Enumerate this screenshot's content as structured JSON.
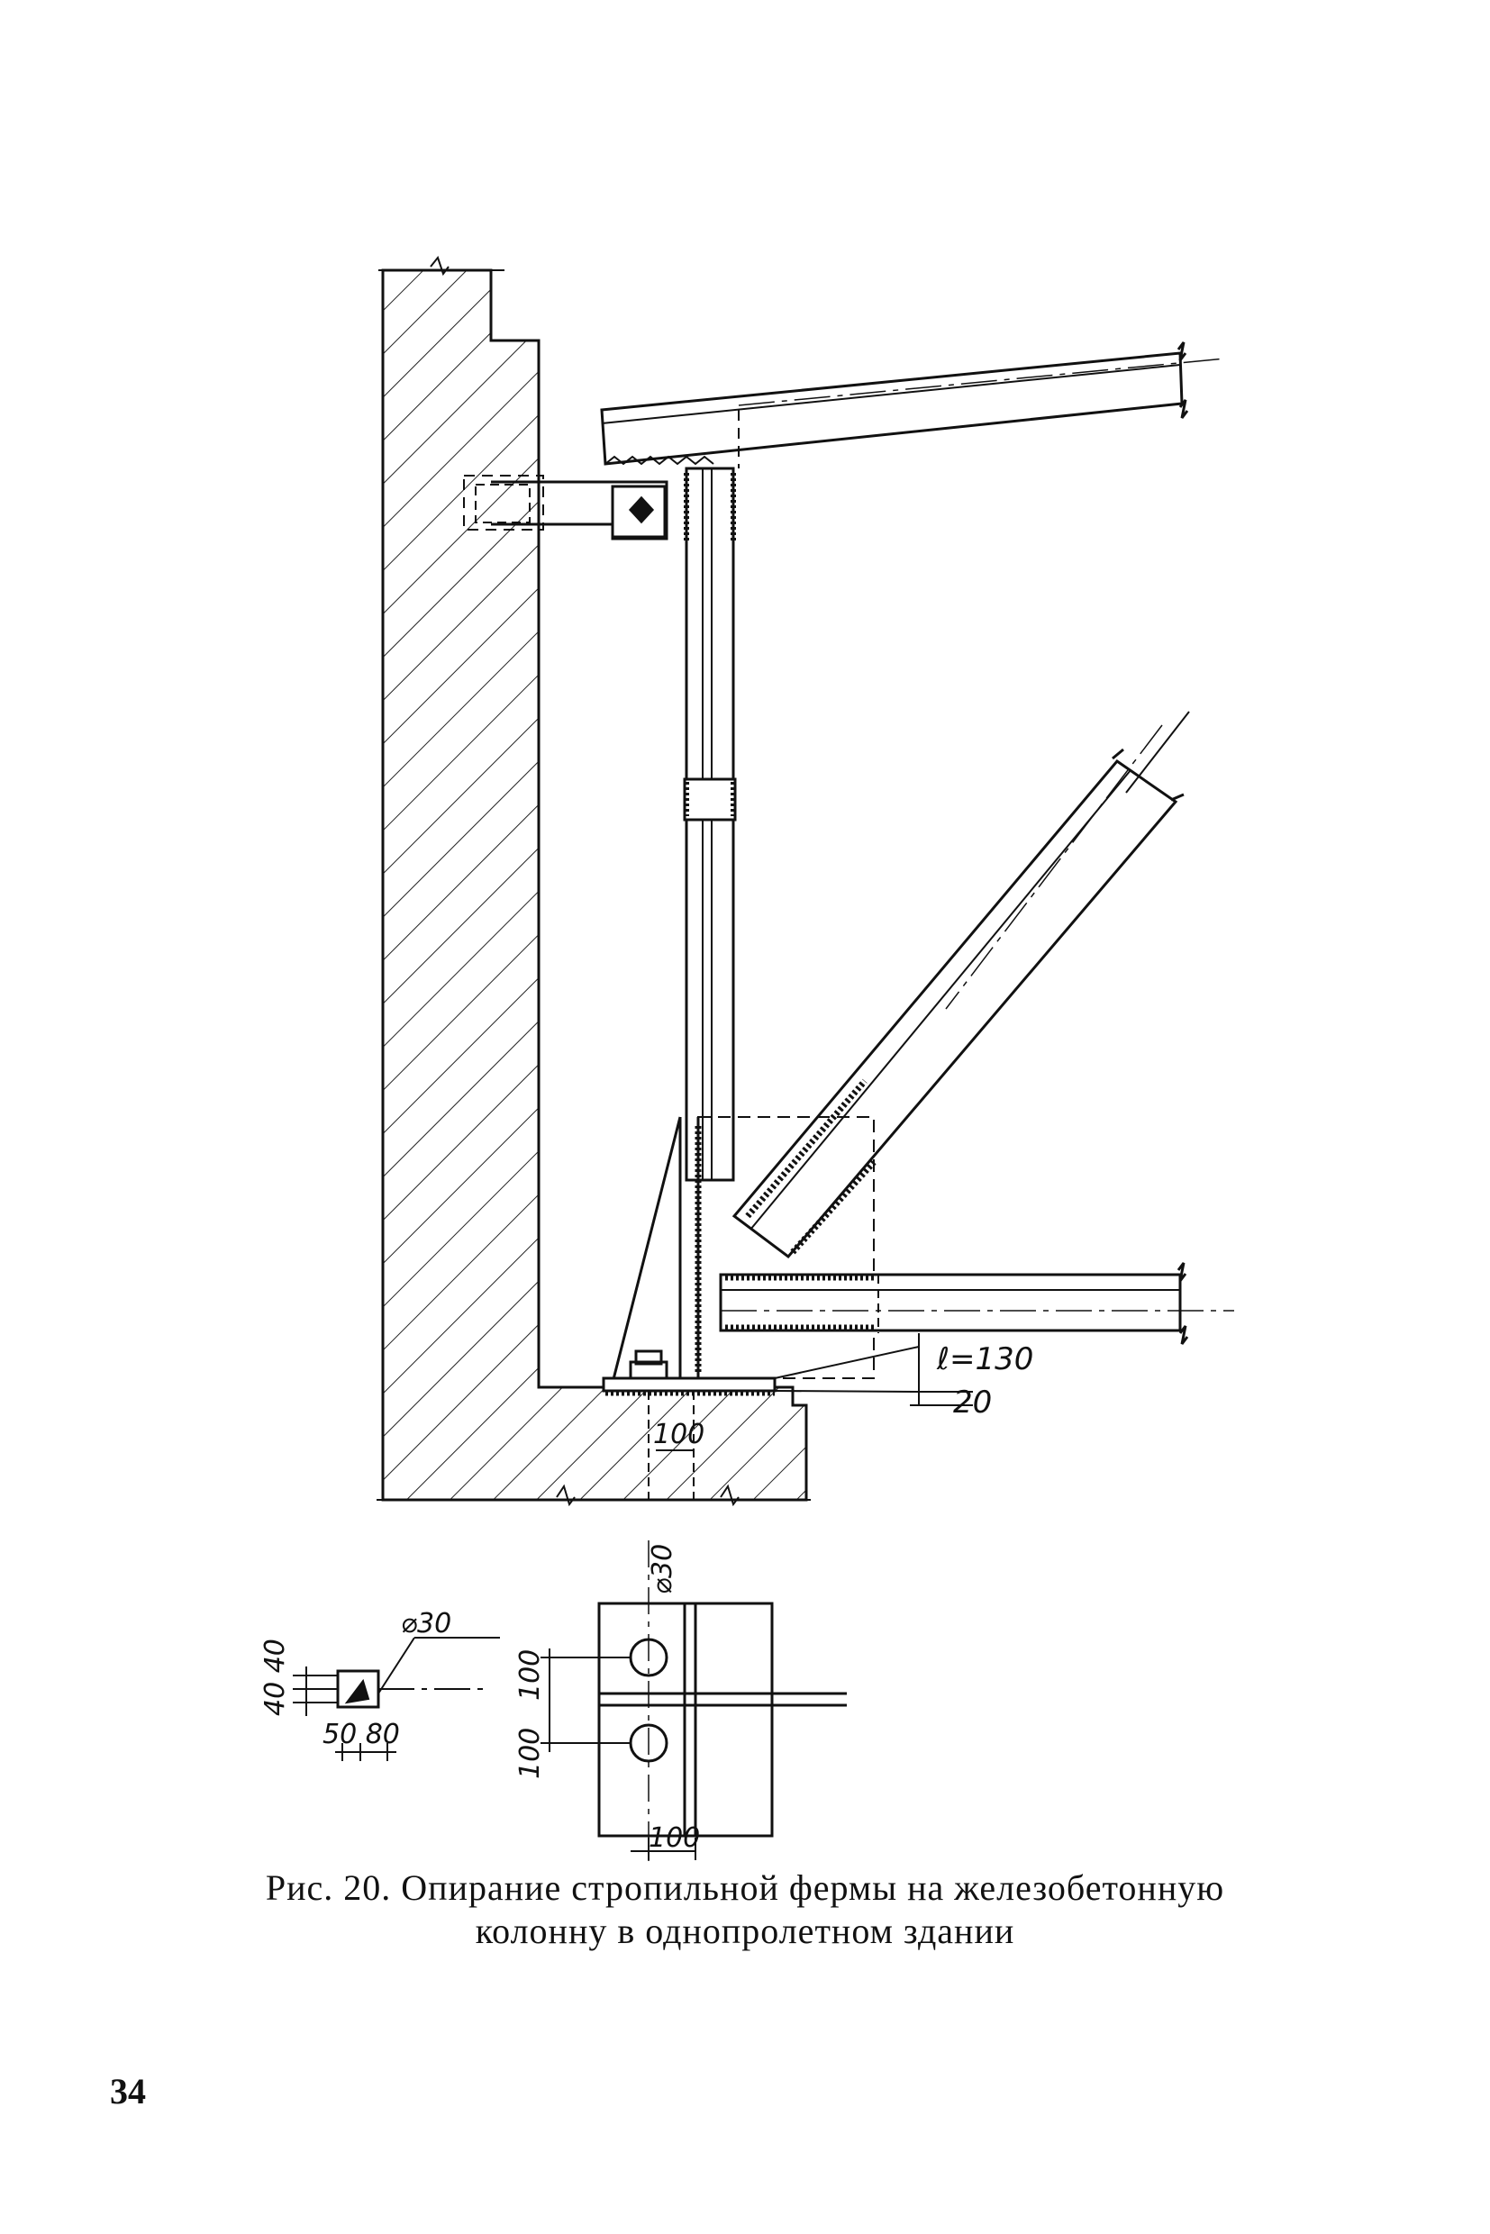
{
  "figure": {
    "caption_line1": "Рис. 20. Опирание стропильной фермы на железобетонную",
    "caption_line2": "колонну в однопролетном здании",
    "page_number": "34"
  },
  "dimensions": {
    "support_length": "ℓ=130",
    "support_offset": "20",
    "anchor_offset": "100",
    "hole_diameter_small": "⌀30",
    "small_plate_vertical": "40 40",
    "small_plate_horizontal": "50 80",
    "large_plate_hole": "⌀30",
    "large_plate_upper": "100",
    "large_plate_lower": "100",
    "large_plate_bottom": "100"
  }
}
